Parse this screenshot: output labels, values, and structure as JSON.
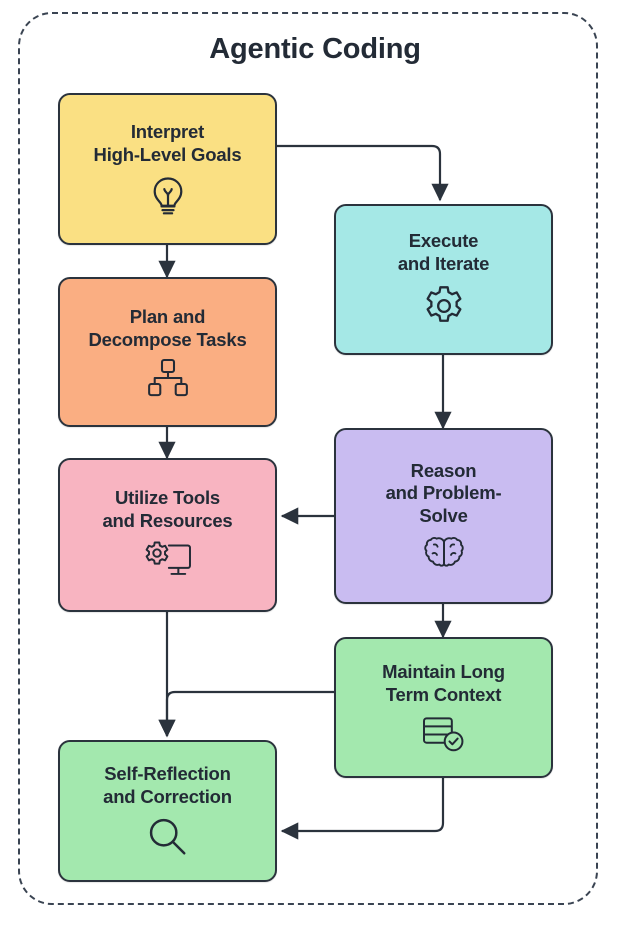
{
  "diagram": {
    "title": "Agentic Coding",
    "type": "flowchart",
    "container": {
      "style": "dashed-rounded-rectangle",
      "border_color": "#3a4452"
    },
    "nodes": [
      {
        "id": "interpret",
        "label_lines": [
          "Interpret",
          "High-Level Goals"
        ],
        "icon": "lightbulb-icon",
        "color": "#FAE083",
        "column": "left",
        "order": 1
      },
      {
        "id": "execute",
        "label_lines": [
          "Execute",
          "and Iterate"
        ],
        "icon": "gear-icon",
        "color": "#A5E8E6",
        "column": "right",
        "order": 2
      },
      {
        "id": "plan",
        "label_lines": [
          "Plan and",
          "Decompose Tasks"
        ],
        "icon": "hierarchy-icon",
        "color": "#FAAE82",
        "column": "left",
        "order": 3
      },
      {
        "id": "reason",
        "label_lines": [
          "Reason",
          "and Problem-",
          "Solve"
        ],
        "icon": "brain-icon",
        "color": "#C9BCF1",
        "column": "right",
        "order": 4
      },
      {
        "id": "tools",
        "label_lines": [
          "Utilize Tools",
          "and Resources"
        ],
        "icon": "gear-monitor-icon",
        "color": "#F8B4C1",
        "column": "left",
        "order": 5
      },
      {
        "id": "context",
        "label_lines": [
          "Maintain Long",
          "Term Context"
        ],
        "icon": "database-check-icon",
        "color": "#A3E8AE",
        "column": "right",
        "order": 6
      },
      {
        "id": "reflect",
        "label_lines": [
          "Self-Reflection",
          "and Correction"
        ],
        "icon": "magnifier-icon",
        "color": "#A3E8AE",
        "column": "left",
        "order": 7
      }
    ],
    "edges": [
      {
        "from": "interpret",
        "to": "execute",
        "style": "orthogonal-right-down"
      },
      {
        "from": "interpret",
        "to": "plan",
        "style": "straight-down"
      },
      {
        "from": "execute",
        "to": "reason",
        "style": "straight-down"
      },
      {
        "from": "plan",
        "to": "tools",
        "style": "straight-down"
      },
      {
        "from": "reason",
        "to": "tools",
        "style": "straight-left"
      },
      {
        "from": "reason",
        "to": "context",
        "style": "straight-down"
      },
      {
        "from": "tools",
        "to": "reflect",
        "style": "straight-down"
      },
      {
        "from": "context",
        "to": "reflect",
        "style": "orthogonal-left-down"
      },
      {
        "from": "context",
        "to": "reflect",
        "style": "orthogonal-down-left"
      }
    ]
  }
}
